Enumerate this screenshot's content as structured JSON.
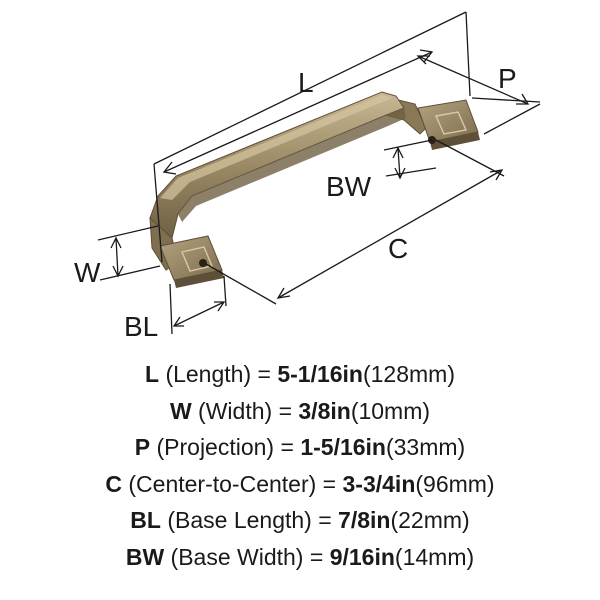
{
  "diagram": {
    "labels": {
      "L": "L",
      "P": "P",
      "BW": "BW",
      "W": "W",
      "C": "C",
      "BL": "BL"
    },
    "colors": {
      "finish": "#9b8a66",
      "finish_dark": "#6e5f43",
      "finish_light": "#bfae8a",
      "line": "#1a1a1a"
    }
  },
  "specs": [
    {
      "code": "L",
      "name": "(Length)",
      "eq": "=",
      "imperial": "5-1/16in",
      "metric": "(128mm)"
    },
    {
      "code": "W",
      "name": "(Width)",
      "eq": "=",
      "imperial": "3/8in",
      "metric": "(10mm)"
    },
    {
      "code": "P",
      "name": "(Projection)",
      "eq": "=",
      "imperial": "1-5/16in",
      "metric": "(33mm)"
    },
    {
      "code": "C",
      "name": "(Center-to-Center)",
      "eq": "=",
      "imperial": "3-3/4in",
      "metric": "(96mm)"
    },
    {
      "code": "BL",
      "name": "(Base Length)",
      "eq": "=",
      "imperial": "7/8in",
      "metric": "(22mm)"
    },
    {
      "code": "BW",
      "name": "(Base Width)",
      "eq": "=",
      "imperial": "9/16in",
      "metric": "(14mm)"
    }
  ]
}
